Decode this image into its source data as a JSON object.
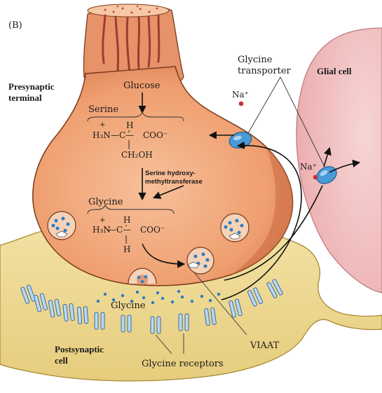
{
  "panel_label": "(B)",
  "labels": {
    "presynaptic_line1": "Presynaptic",
    "presynaptic_line2": "terminal",
    "glial_cell": "Glial cell",
    "postsynaptic_line1": "Postsynaptic",
    "postsynaptic_line2": "cell",
    "transporter_line1": "Glycine",
    "transporter_line2": "transporter",
    "glucose": "Glucose",
    "serine": "Serine",
    "glycine_top": "Glycine",
    "glycine_cleft": "Glycine",
    "enzyme_line1": "Serine hydroxy-",
    "enzyme_line2": "methyltransferase",
    "viaat": "VIAAT",
    "glycine_receptors": "Glycine receptors",
    "na_presyn": "Na⁺",
    "na_glial": "Na⁺"
  },
  "chem": {
    "h3n": "H₃N",
    "plus": "+",
    "dash_c_dash": "—C—",
    "coo": "COO⁻",
    "h": "H",
    "ch2oh": "CH₂OH"
  },
  "colors": {
    "terminal_fill": "#f0a679",
    "terminal_stroke": "#7a3a1c",
    "postsyn_fill": "#ecd790",
    "glial_fill": "#f3c7c7",
    "transporter": "#4a9ad8",
    "receptor": "#b9d8f2",
    "glycine_dot": "#2d7cc1",
    "sodium_dot": "#c4303a"
  }
}
